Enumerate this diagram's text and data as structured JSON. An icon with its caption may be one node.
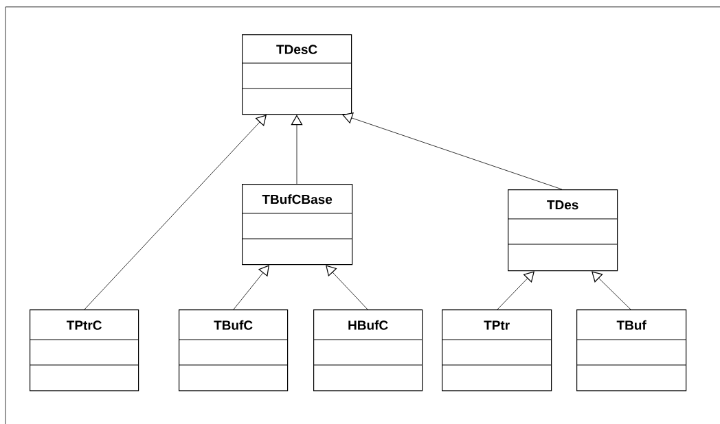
{
  "diagram": {
    "nodes": [
      {
        "text": [
          "TDesC"
        ]
      },
      {
        "text": [
          "TBufCBase"
        ]
      },
      {
        "text": [
          "TDes"
        ]
      },
      {
        "text": [
          "TPtrC"
        ]
      },
      {
        "text": [
          "TBufC"
        ]
      },
      {
        "text": [
          "HBufC"
        ]
      },
      {
        "text": [
          "TPtr"
        ]
      },
      {
        "text": [
          "TBuf"
        ]
      }
    ],
    "edges": [
      {
        "from": 3,
        "to": 0,
        "arrow": "to"
      },
      {
        "from": 1,
        "to": 0,
        "arrow": "to"
      },
      {
        "from": 2,
        "to": 0,
        "arrow": "to"
      },
      {
        "from": 4,
        "to": 1,
        "arrow": "to"
      },
      {
        "from": 5,
        "to": 1,
        "arrow": "to"
      },
      {
        "from": 6,
        "to": 2,
        "arrow": "to"
      },
      {
        "from": 7,
        "to": 2,
        "arrow": "to"
      }
    ]
  }
}
